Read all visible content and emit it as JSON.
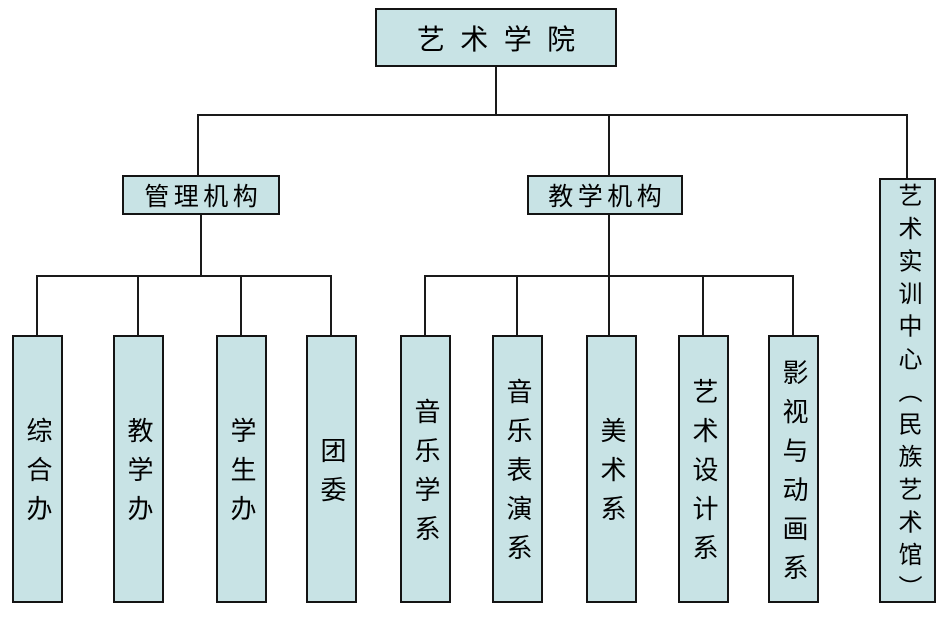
{
  "org_chart": {
    "type": "org-chart",
    "root": {
      "label": "艺术学院"
    },
    "management": {
      "label": "管理机构",
      "children": [
        {
          "label": "综合办"
        },
        {
          "label": "教学办"
        },
        {
          "label": "学生办"
        },
        {
          "label": "团委"
        }
      ]
    },
    "teaching": {
      "label": "教学机构",
      "children": [
        {
          "label": "音乐学系"
        },
        {
          "label": "音乐表演系"
        },
        {
          "label": "美术系"
        },
        {
          "label": "艺术设计系"
        },
        {
          "label": "影视与动画系"
        }
      ]
    },
    "training_center": {
      "label": "艺术实训中心（民族艺术馆）"
    },
    "colors": {
      "box_fill": "#c8e3e5",
      "box_border": "#141414",
      "connector": "#1a1a1a",
      "background": "#ffffff"
    }
  }
}
